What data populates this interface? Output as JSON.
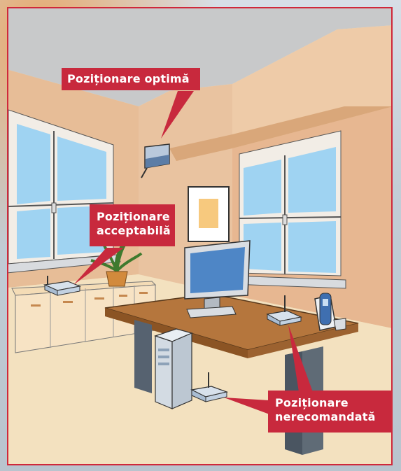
{
  "labels": {
    "optimal": "Poziționare optimă",
    "acceptable_line1": "Poziționare",
    "acceptable_line2": "acceptabilă",
    "not_recommended_line1": "Poziționare",
    "not_recommended_line2": "nerecomandată"
  },
  "colors": {
    "callout": "#c8293d",
    "frame": "#d0283a",
    "ceiling": "#c8c9ca",
    "wall": "#e8bf98",
    "floor": "#f3e1bf",
    "window_glass": "#9fd3f2",
    "desk_top": "#b5763d",
    "desk_legs": "#5f6b76",
    "monitor": "#4e86c6",
    "router": "#c9d6e6"
  },
  "icons": [
    "router-icon",
    "monitor-icon",
    "phone-icon",
    "pc-tower-icon",
    "plant-icon",
    "picture-frame-icon",
    "window-icon"
  ]
}
